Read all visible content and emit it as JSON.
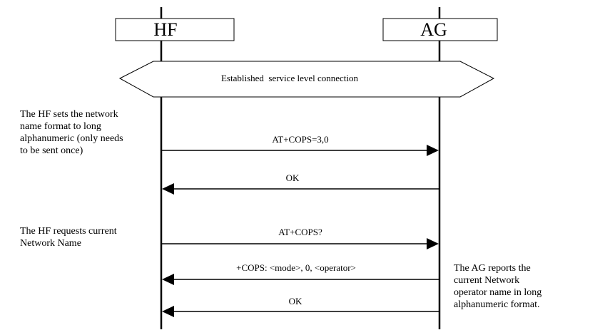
{
  "entities": {
    "left": "HF",
    "right": "AG"
  },
  "banner": "Established  service level connection",
  "messages": [
    {
      "label": "AT+COPS=3,0",
      "direction": "HF->AG"
    },
    {
      "label": "OK",
      "direction": "AG->HF"
    },
    {
      "label": "AT+COPS?",
      "direction": "HF->AG"
    },
    {
      "label": "+COPS: <mode>, 0, <operator>",
      "direction": "AG->HF"
    },
    {
      "label": "OK",
      "direction": "AG->HF"
    }
  ],
  "notes": {
    "set_format": [
      "The HF sets the network",
      "name format to long",
      "alphanumeric (only needs",
      "to be sent once)"
    ],
    "request_name": [
      "The HF requests current",
      "Network Name"
    ],
    "ag_reports": [
      "The AG reports the",
      "current Network",
      "operator name in long",
      "alphanumeric format."
    ]
  }
}
